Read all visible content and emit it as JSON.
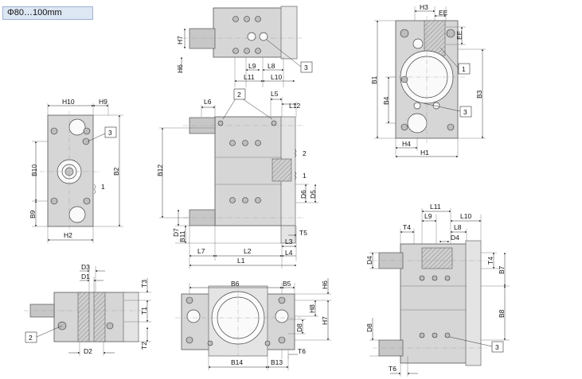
{
  "title": "Φ80…100mm",
  "views": {
    "top_small": {
      "labels": {
        "h7": "H7",
        "h6": "H6",
        "l9": "L9",
        "l8": "L8",
        "l11": "L11",
        "l10": "L10",
        "c3": "3"
      }
    },
    "front_left": {
      "labels": {
        "h10": "H10",
        "h9": "H9",
        "b10": "B10",
        "b2": "B2",
        "b9": "B9",
        "h2": "H2",
        "c3": "3",
        "c1": "1"
      }
    },
    "center": {
      "labels": {
        "l6": "L6",
        "l5": "L5",
        "l12": "L12",
        "b12": "B12",
        "c2": "2",
        "c2b": "2",
        "c1": "1",
        "d6": "D6",
        "d5": "D5",
        "d7": "D7",
        "b11": "B11",
        "l7": "L7",
        "l2": "L2",
        "l1": "L1",
        "l3": "L3",
        "l4": "L4",
        "t5": "T5"
      }
    },
    "right_top": {
      "labels": {
        "h3": "H3",
        "ee": "EE",
        "ee2": "EE",
        "b1": "B1",
        "b4": "B4",
        "b3": "B3",
        "h4": "H4",
        "h1": "H1",
        "c1": "1",
        "c3": "3"
      }
    },
    "right_bottom": {
      "labels": {
        "l11": "L11",
        "l9": "L9",
        "l10": "L10",
        "t4": "T4",
        "l8": "L8",
        "d4": "D4",
        "d4b": "D4",
        "t4b": "T4",
        "b7": "B7",
        "b8": "B8",
        "d8": "D8",
        "t6": "T6",
        "c3": "3"
      }
    },
    "bottom_left": {
      "labels": {
        "d3": "D3",
        "d1": "D1",
        "t3": "T3",
        "t1": "T1",
        "t2": "T2",
        "d2": "D2",
        "c2": "2"
      }
    },
    "bottom_center": {
      "labels": {
        "b6": "B6",
        "b5": "B5",
        "h6": "H6",
        "h8": "H8",
        "h7": "H7",
        "d8": "D8",
        "t6": "T6",
        "b14": "B14",
        "b13": "B13"
      }
    }
  }
}
